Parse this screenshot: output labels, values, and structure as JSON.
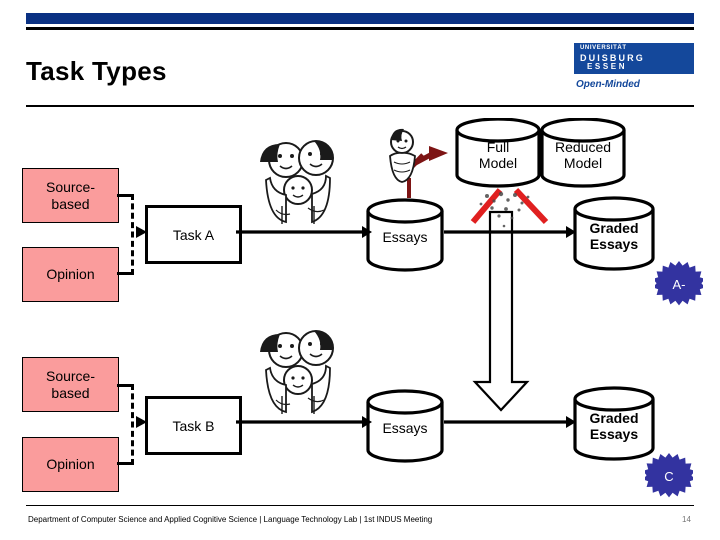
{
  "slide": {
    "title": "Task Types",
    "page_number": "14",
    "footer": "Department of Computer Science and Applied Cognitive Science |  Language Technology Lab | 1st INDUS Meeting"
  },
  "logo": {
    "line1": "UNIVERSITÄT",
    "line2": "DUISBURG",
    "line3": "ESSEN",
    "tagline": "Open-Minded",
    "bg_color": "#14489b"
  },
  "colors": {
    "header_bar": "#0a3183",
    "pink_box": "#fa9c9c",
    "badge": "#3333a0",
    "red_arrow": "#7d1414",
    "red_strike": "#e02020"
  },
  "diagram": {
    "row_a": {
      "inputs": [
        {
          "label": "Source-\nbased",
          "name": "source-based"
        },
        {
          "label": "Opinion",
          "name": "opinion"
        }
      ],
      "task": "Task A",
      "essays": "Essays",
      "graded": "Graded\nEssays",
      "badge": "A-"
    },
    "row_b": {
      "inputs": [
        {
          "label": "Source-\nbased",
          "name": "source-based"
        },
        {
          "label": "Opinion",
          "name": "opinion"
        }
      ],
      "task": "Task B",
      "essays": "Essays",
      "graded": "Graded\nEssays",
      "badge": "C"
    },
    "models": {
      "full": "Full\nModel",
      "reduced": "Reduced\nModel"
    }
  }
}
